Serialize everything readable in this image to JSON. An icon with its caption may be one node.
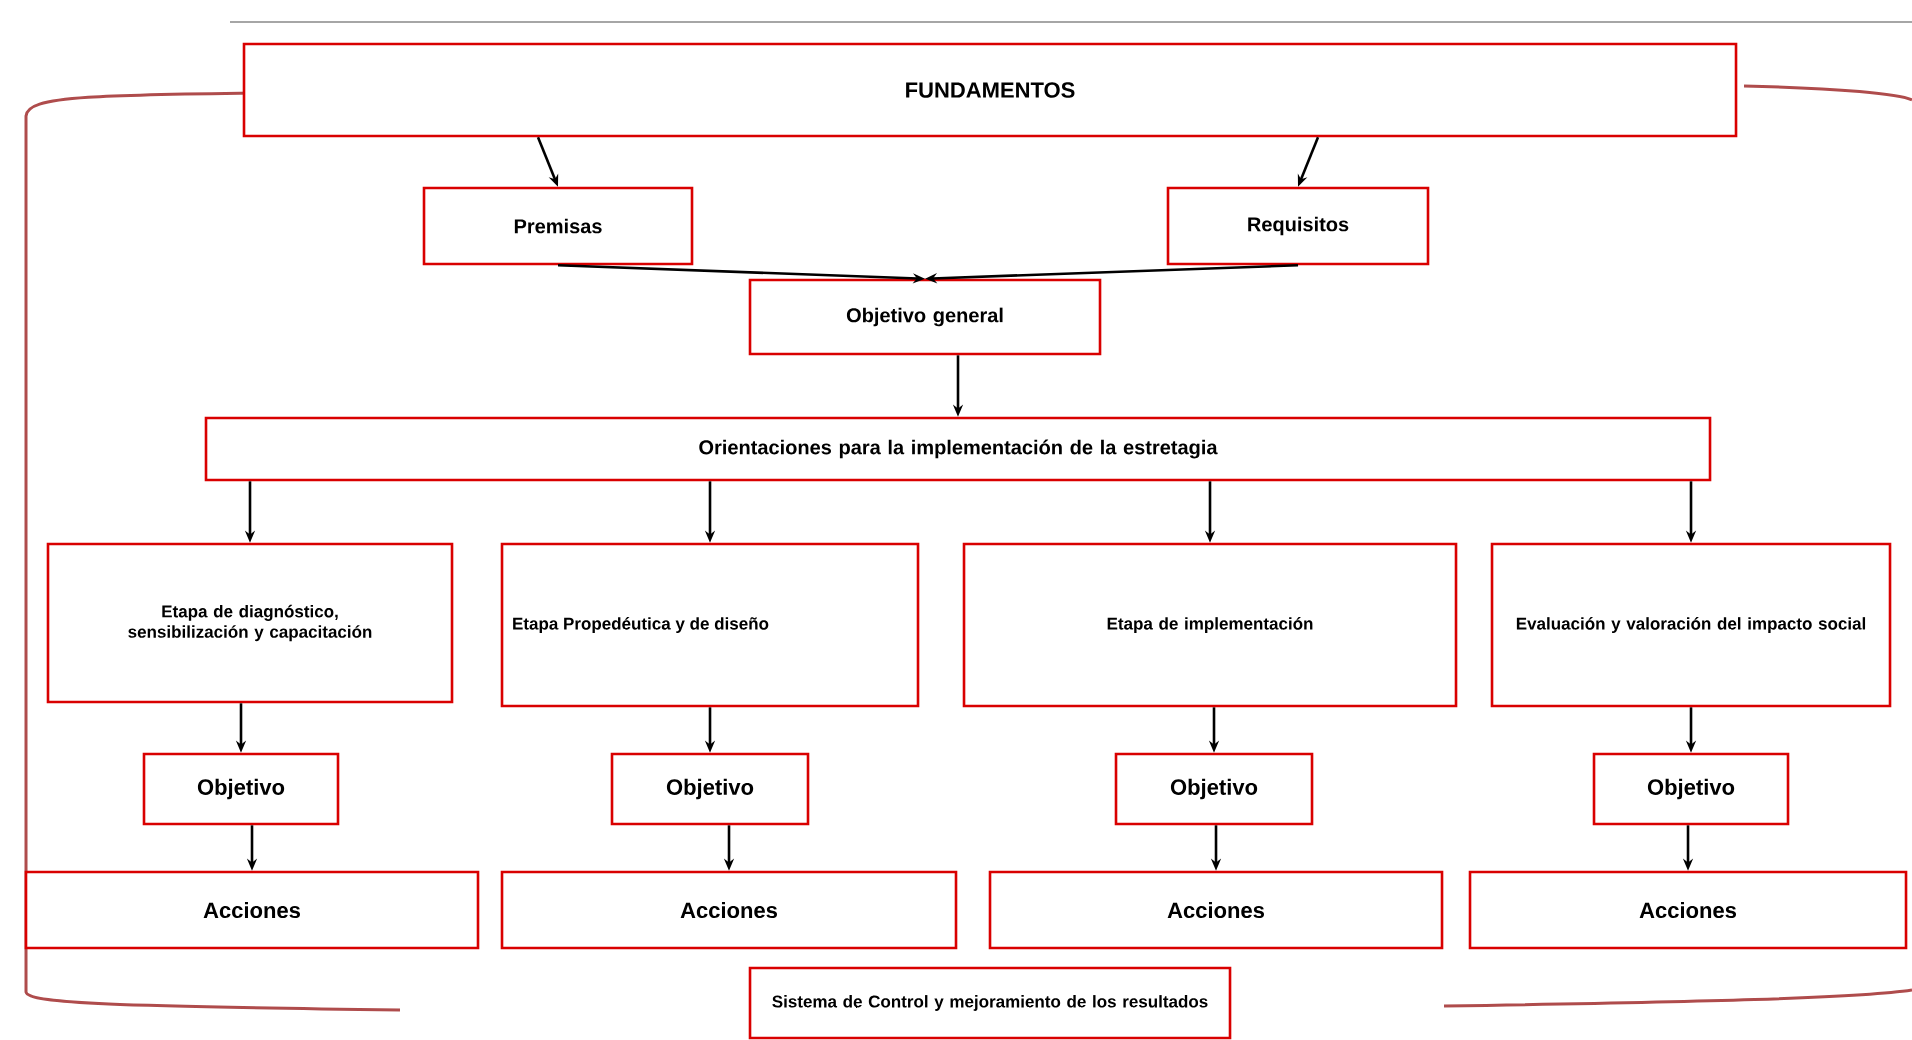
{
  "diagram": {
    "nodes": [
      {
        "text": [
          "FUNDAMENTOS"
        ]
      },
      {
        "text": [
          "Premisas"
        ]
      },
      {
        "text": [
          "Requisitos"
        ]
      },
      {
        "text": [
          "Objetivo general"
        ]
      },
      {
        "text": [
          "Orientaciones para la implementación de la estretagia"
        ]
      },
      {
        "text": [
          "Etapa de diagnóstico, sensibilización y capacitación"
        ]
      },
      {
        "text": [
          "Etapa Propedéutica y de diseño"
        ]
      },
      {
        "text": [
          "Etapa de implementación"
        ]
      },
      {
        "text": [
          "Evaluación y valoración del impacto social"
        ]
      },
      {
        "text": [
          "Objetivo"
        ]
      },
      {
        "text": [
          "Objetivo"
        ]
      },
      {
        "text": [
          "Objetivo"
        ]
      },
      {
        "text": [
          "Objetivo"
        ]
      },
      {
        "text": [
          "Acciones"
        ]
      },
      {
        "text": [
          "Acciones"
        ]
      },
      {
        "text": [
          "Acciones"
        ]
      },
      {
        "text": [
          "Acciones"
        ]
      },
      {
        "text": [
          "Sistema de Control y mejoramiento de los resultados"
        ]
      }
    ],
    "edges": [
      {
        "from": 0,
        "to": 1,
        "arrow": "to"
      },
      {
        "from": 0,
        "to": 2,
        "arrow": "to"
      },
      {
        "from": 1,
        "to": 3,
        "arrow": "to"
      },
      {
        "from": 2,
        "to": 3,
        "arrow": "to"
      },
      {
        "from": 3,
        "to": 4,
        "arrow": "to"
      },
      {
        "from": 4,
        "to": 5,
        "arrow": "to"
      },
      {
        "from": 4,
        "to": 6,
        "arrow": "to"
      },
      {
        "from": 4,
        "to": 7,
        "arrow": "to"
      },
      {
        "from": 4,
        "to": 8,
        "arrow": "to"
      },
      {
        "from": 5,
        "to": 9,
        "arrow": "to"
      },
      {
        "from": 6,
        "to": 10,
        "arrow": "to"
      },
      {
        "from": 7,
        "to": 11,
        "arrow": "to"
      },
      {
        "from": 8,
        "to": 12,
        "arrow": "to"
      },
      {
        "from": 9,
        "to": 13,
        "arrow": "to"
      },
      {
        "from": 10,
        "to": 14,
        "arrow": "to"
      },
      {
        "from": 11,
        "to": 15,
        "arrow": "to"
      },
      {
        "from": 12,
        "to": 16,
        "arrow": "to"
      }
    ]
  }
}
